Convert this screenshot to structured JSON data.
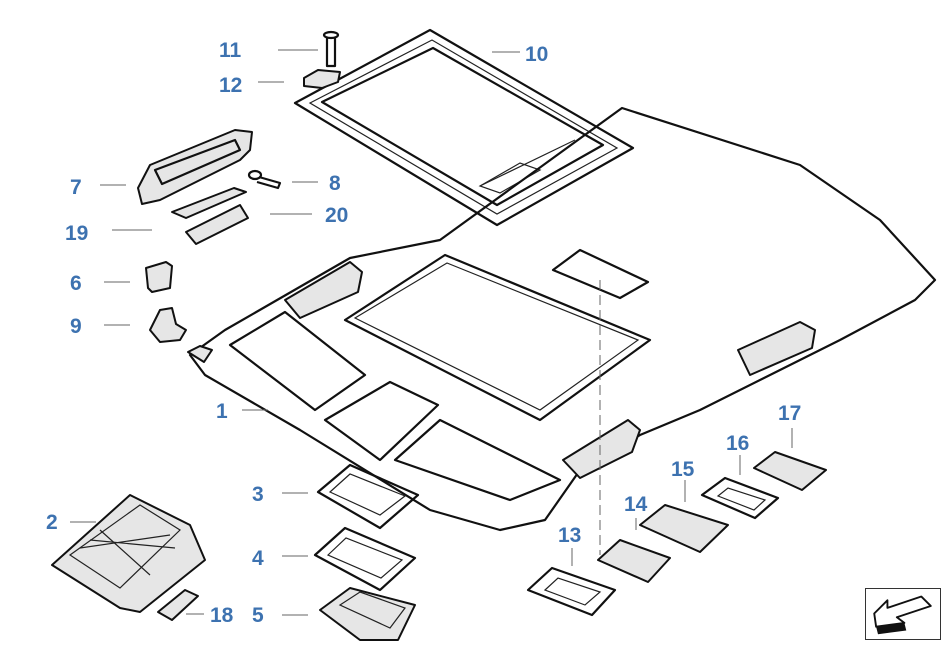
{
  "label_color": "#3d72b0",
  "labels": [
    {
      "id": "p1",
      "text": "1"
    },
    {
      "id": "p2",
      "text": "2"
    },
    {
      "id": "p3",
      "text": "3"
    },
    {
      "id": "p4",
      "text": "4"
    },
    {
      "id": "p5",
      "text": "5"
    },
    {
      "id": "p6",
      "text": "6"
    },
    {
      "id": "p7",
      "text": "7"
    },
    {
      "id": "p8",
      "text": "8"
    },
    {
      "id": "p9",
      "text": "9"
    },
    {
      "id": "p10",
      "text": "10"
    },
    {
      "id": "p11",
      "text": "11"
    },
    {
      "id": "p12",
      "text": "12"
    },
    {
      "id": "p13",
      "text": "13"
    },
    {
      "id": "p14",
      "text": "14"
    },
    {
      "id": "p15",
      "text": "15"
    },
    {
      "id": "p16",
      "text": "16"
    },
    {
      "id": "p17",
      "text": "17"
    },
    {
      "id": "p18",
      "text": "18"
    },
    {
      "id": "p19",
      "text": "19"
    },
    {
      "id": "p20",
      "text": "20"
    }
  ],
  "nav_button": {
    "icon": "back-arrow-icon"
  }
}
